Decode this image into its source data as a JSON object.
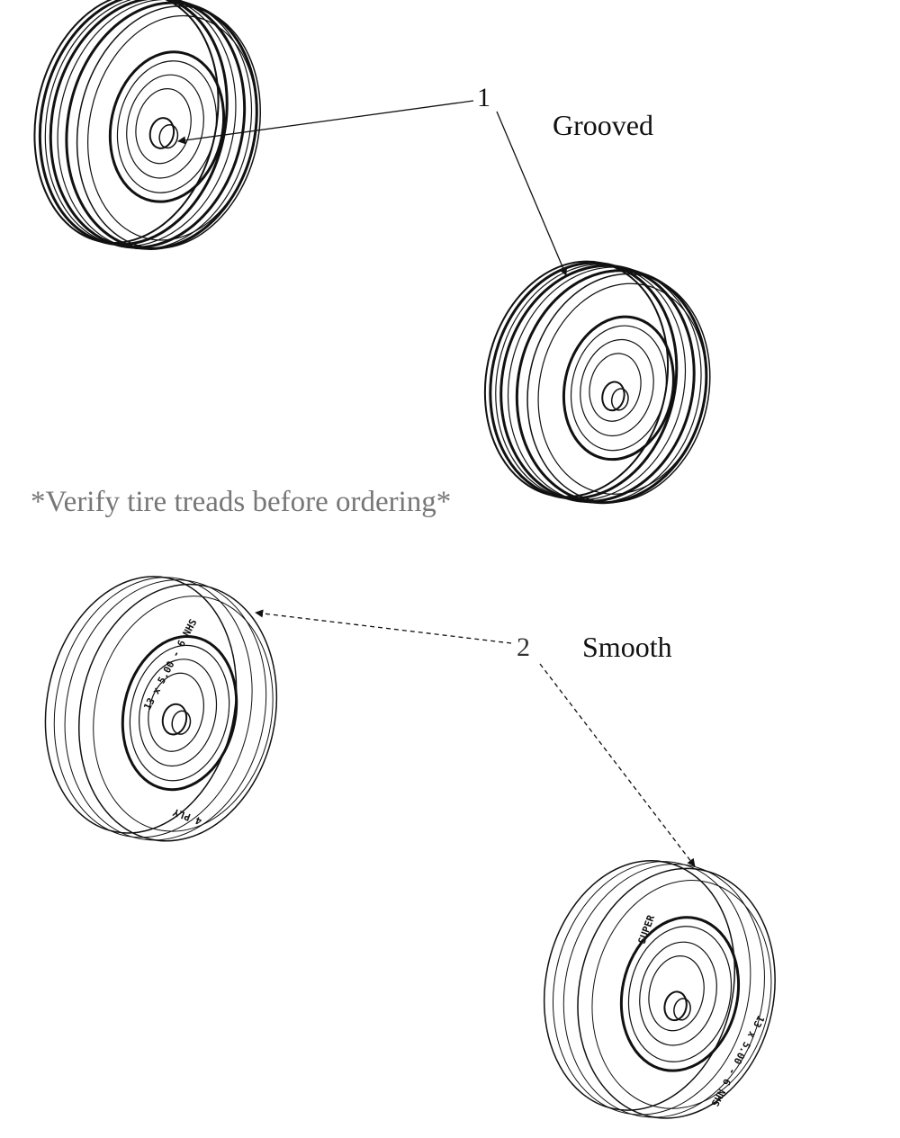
{
  "labels": {
    "callout_1": "1",
    "callout_2": "2",
    "grooved": "Grooved",
    "smooth": "Smooth",
    "note": "*Verify tire treads before ordering*"
  },
  "tire_markings": {
    "size": "13 x 5.00 - 6 NHS",
    "ply": "4 PLY",
    "brand": "SUPER"
  },
  "parts": [
    {
      "callout": "1",
      "tread": "Grooved",
      "count": 2
    },
    {
      "callout": "2",
      "tread": "Smooth",
      "count": 2
    }
  ],
  "style": {
    "line_color": "#111111",
    "note_color": "#777777"
  }
}
